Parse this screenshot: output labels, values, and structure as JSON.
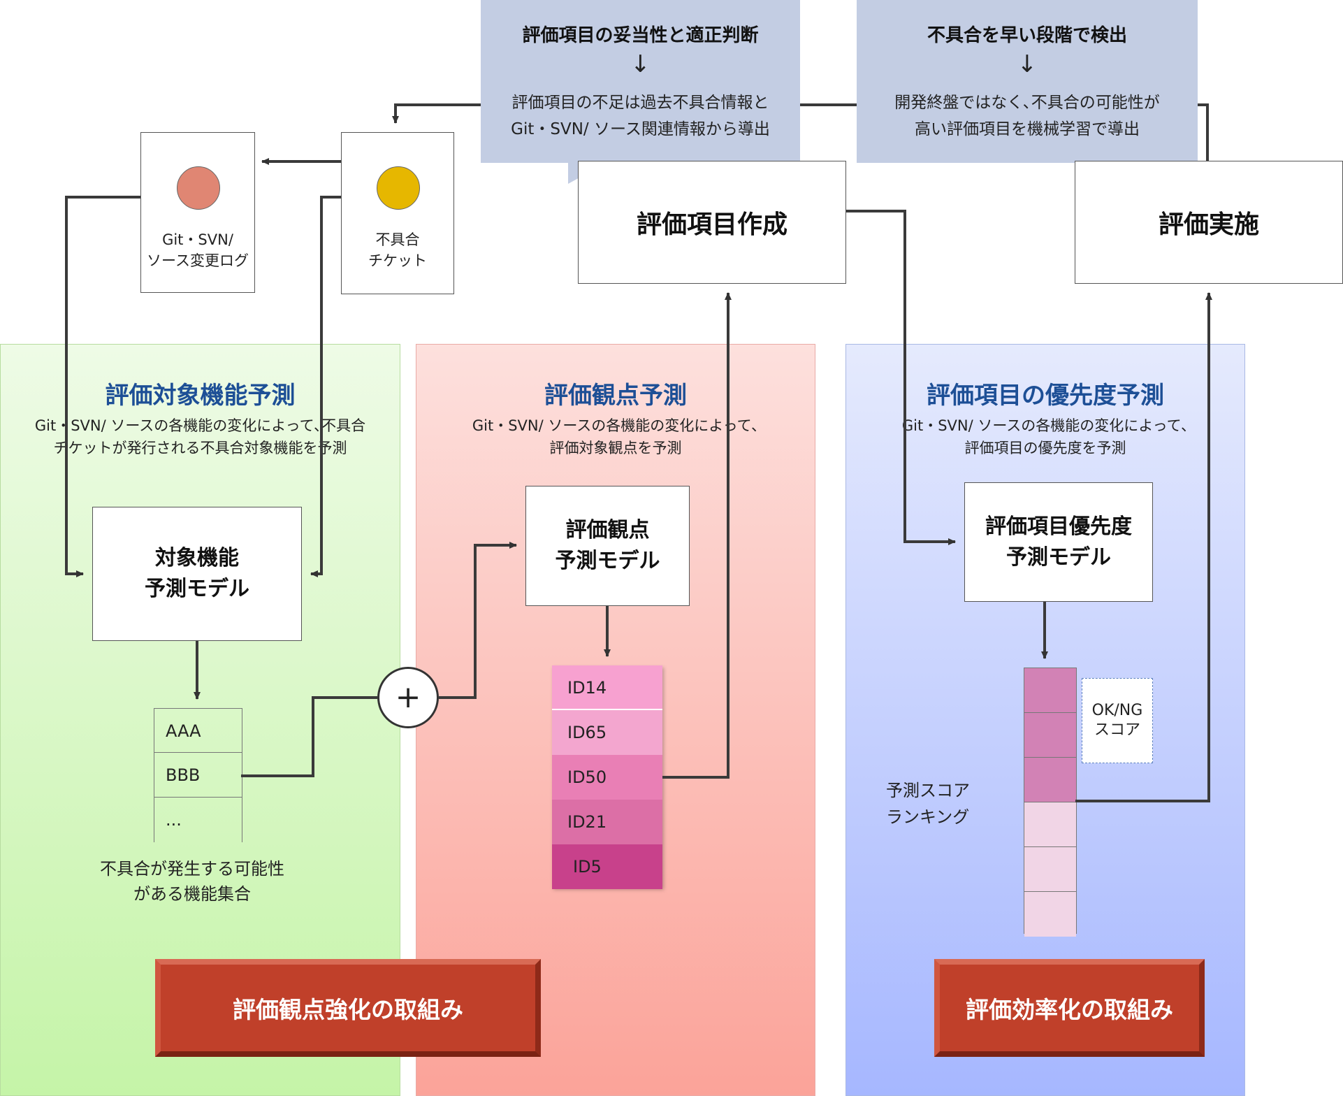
{
  "callouts": {
    "left": {
      "heading": "評価項目の妥当性と適正判断",
      "arrow": "↓",
      "body": "評価項目の不足は過去不具合情報と\nGit・SVN/ ソース関連情報から導出"
    },
    "right": {
      "heading": "不具合を早い段階で検出",
      "arrow": "↓",
      "body": "開発終盤ではなく､不具合の可能性が\n高い評価項目を機械学習で導出"
    }
  },
  "top_boxes": {
    "create": "評価項目作成",
    "execute": "評価実施"
  },
  "documents": {
    "git": {
      "label": "Git・SVN/\nソース変更ログ",
      "color": "#e08673"
    },
    "ticket": {
      "label": "不具合\nチケット",
      "color": "#e6b700"
    }
  },
  "panels": {
    "green": {
      "title": "評価対象機能予測",
      "desc": "Git・SVN/ ソースの各機能の変化によって､不具合\nチケットが発行される不具合対象機能を予測",
      "model": "対象機能\n予測モデル"
    },
    "red": {
      "title": "評価観点予測",
      "desc": "Git・SVN/ ソースの各機能の変化によって､\n評価対象観点を予測",
      "model": "評価観点\n予測モデル"
    },
    "blue": {
      "title": "評価項目の優先度予測",
      "desc": "Git・SVN/ ソースの各機能の変化によって､\n評価項目の優先度を予測",
      "model": "評価項目優先度\n予測モデル"
    }
  },
  "feature_list": {
    "rows": [
      "AAA",
      "BBB",
      "..."
    ],
    "caption": "不具合が発生する可能性\nがある機能集合"
  },
  "plus_symbol": "+",
  "id_list": {
    "rows": [
      "ID14",
      "ID65",
      "ID50",
      "ID21",
      "ID5"
    ]
  },
  "ranking": {
    "label": "予測スコア\nランキング",
    "score": "OK/NG\nスコア",
    "strong_cells": 3,
    "light_cells": 3
  },
  "banners": {
    "left": "評価観点強化の取組み",
    "right": "評価効率化の取組み"
  }
}
